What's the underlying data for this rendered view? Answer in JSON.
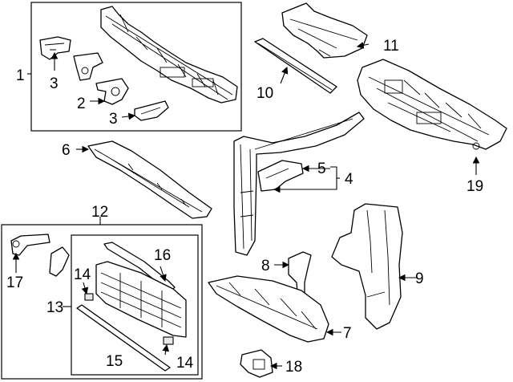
{
  "callouts": {
    "c1": "1",
    "c2": "2",
    "c3a": "3",
    "c3b": "3",
    "c4": "4",
    "c5": "5",
    "c6": "6",
    "c7": "7",
    "c8": "8",
    "c9": "9",
    "c10": "10",
    "c11": "11",
    "c12": "12",
    "c13": "13",
    "c14a": "14",
    "c14b": "14",
    "c15": "15",
    "c16": "16",
    "c17": "17",
    "c18": "18",
    "c19": "19"
  }
}
